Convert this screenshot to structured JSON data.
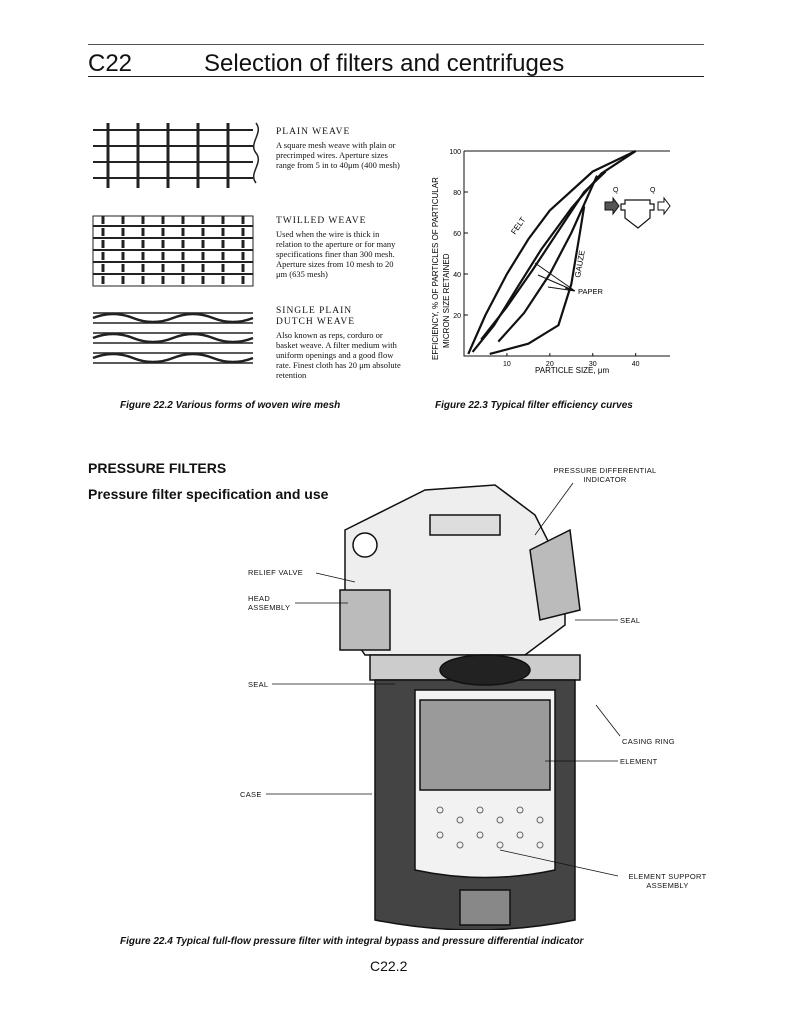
{
  "header": {
    "code": "C22",
    "title": "Selection of filters and centrifuges"
  },
  "fig22_2": {
    "items": [
      {
        "title": "PLAIN WEAVE",
        "desc": "A square mesh weave with plain or precrimped wires. Aperture sizes range from 5 in to 40μm (400 mesh)"
      },
      {
        "title": "TWILLED WEAVE",
        "desc": "Used when the wire is thick in relation to the aperture or for many specifications finer than 300 mesh. Aperture sizes from 10 mesh to 20 μm (635 mesh)"
      },
      {
        "title": "SINGLE PLAIN DUTCH WEAVE",
        "desc": "Also known as reps, corduro or basket weave. A filter medium with uniform openings and a good flow rate. Finest cloth has 20 μm absolute retention"
      }
    ],
    "caption": "Figure 22.2  Various forms of woven wire mesh"
  },
  "chart_data": {
    "type": "line",
    "title": "Figure 22.3  Typical filter efficiency curves",
    "xlabel": "PARTICLE SIZE, μm",
    "ylabel_line1": "EFFICIENCY, % OF PARTICLES OF PARTICULAR",
    "ylabel_line2": "MICRON SIZE RETAINED",
    "xlim": [
      0,
      48
    ],
    "ylim": [
      0,
      100
    ],
    "xticks": [
      "10",
      "20",
      "30",
      "40"
    ],
    "yticks": [
      "20",
      "40",
      "60",
      "80",
      "100"
    ],
    "series": [
      {
        "name": "FELT",
        "points": [
          [
            1,
            1
          ],
          [
            5,
            20
          ],
          [
            10,
            40
          ],
          [
            15,
            57
          ],
          [
            20,
            71
          ],
          [
            30,
            90
          ],
          [
            40,
            100
          ]
        ]
      },
      {
        "name": "PAPER",
        "points": [
          [
            2,
            2
          ],
          [
            7,
            15
          ],
          [
            12,
            32
          ],
          [
            18,
            52
          ],
          [
            25,
            72
          ],
          [
            32,
            89
          ],
          [
            40,
            100
          ]
        ]
      },
      {
        "name": "PAPER",
        "points": [
          [
            4,
            8
          ],
          [
            10,
            24
          ],
          [
            16,
            42
          ],
          [
            22,
            61
          ],
          [
            28,
            80
          ],
          [
            33,
            90
          ]
        ]
      },
      {
        "name": "PAPER",
        "points": [
          [
            8,
            7
          ],
          [
            14,
            21
          ],
          [
            20,
            40
          ],
          [
            25,
            60
          ],
          [
            31,
            88
          ]
        ]
      },
      {
        "name": "GAUZE",
        "points": [
          [
            6,
            1
          ],
          [
            15,
            6
          ],
          [
            22,
            15
          ],
          [
            25,
            35
          ],
          [
            27,
            60
          ],
          [
            28,
            73
          ]
        ]
      }
    ],
    "annotations": {
      "felt": "FELT",
      "gauze": "GAUZE",
      "paper": "PAPER",
      "q_in": "Q",
      "q_out": "Q"
    }
  },
  "section": {
    "heading": "PRESSURE FILTERS",
    "subheading": "Pressure filter specification and use"
  },
  "fig22_4": {
    "labels": {
      "indicator": "PRESSURE DIFFERENTIAL INDICATOR",
      "relief": "RELIEF VALVE",
      "head": "HEAD ASSEMBLY",
      "seal_right": "SEAL",
      "seal_left": "SEAL",
      "casing": "CASING RING",
      "element": "ELEMENT",
      "case": "CASE",
      "support": "ELEMENT SUPPORT ASSEMBLY"
    },
    "caption": "Figure 22.4  Typical full-flow pressure filter with integral bypass and pressure differential indicator"
  },
  "footer": {
    "page": "C22.2"
  }
}
